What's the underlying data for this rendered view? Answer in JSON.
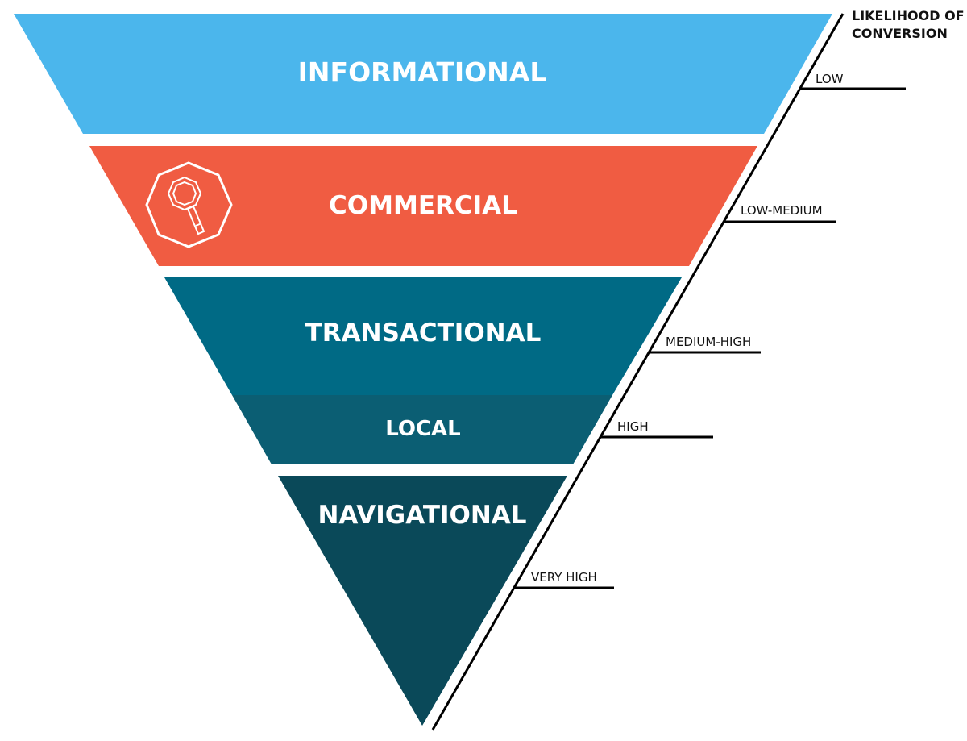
{
  "funnel": {
    "levels": [
      {
        "label": "INFORMATIONAL",
        "color": "#4bb6ec"
      },
      {
        "label": "COMMERCIAL",
        "color": "#f05c42",
        "icon": "magnifier-icon"
      },
      {
        "label": "TRANSACTIONAL",
        "color": "#006a85"
      },
      {
        "label": "LOCAL",
        "color": "#0b5e73"
      },
      {
        "label": "NAVIGATIONAL",
        "color": "#0a4959"
      }
    ]
  },
  "scale": {
    "title_line1": "LIKELIHOOD OF",
    "title_line2": "CONVERSION",
    "ticks": [
      "LOW",
      "LOW-MEDIUM",
      "MEDIUM-HIGH",
      "HIGH",
      "VERY HIGH"
    ]
  }
}
